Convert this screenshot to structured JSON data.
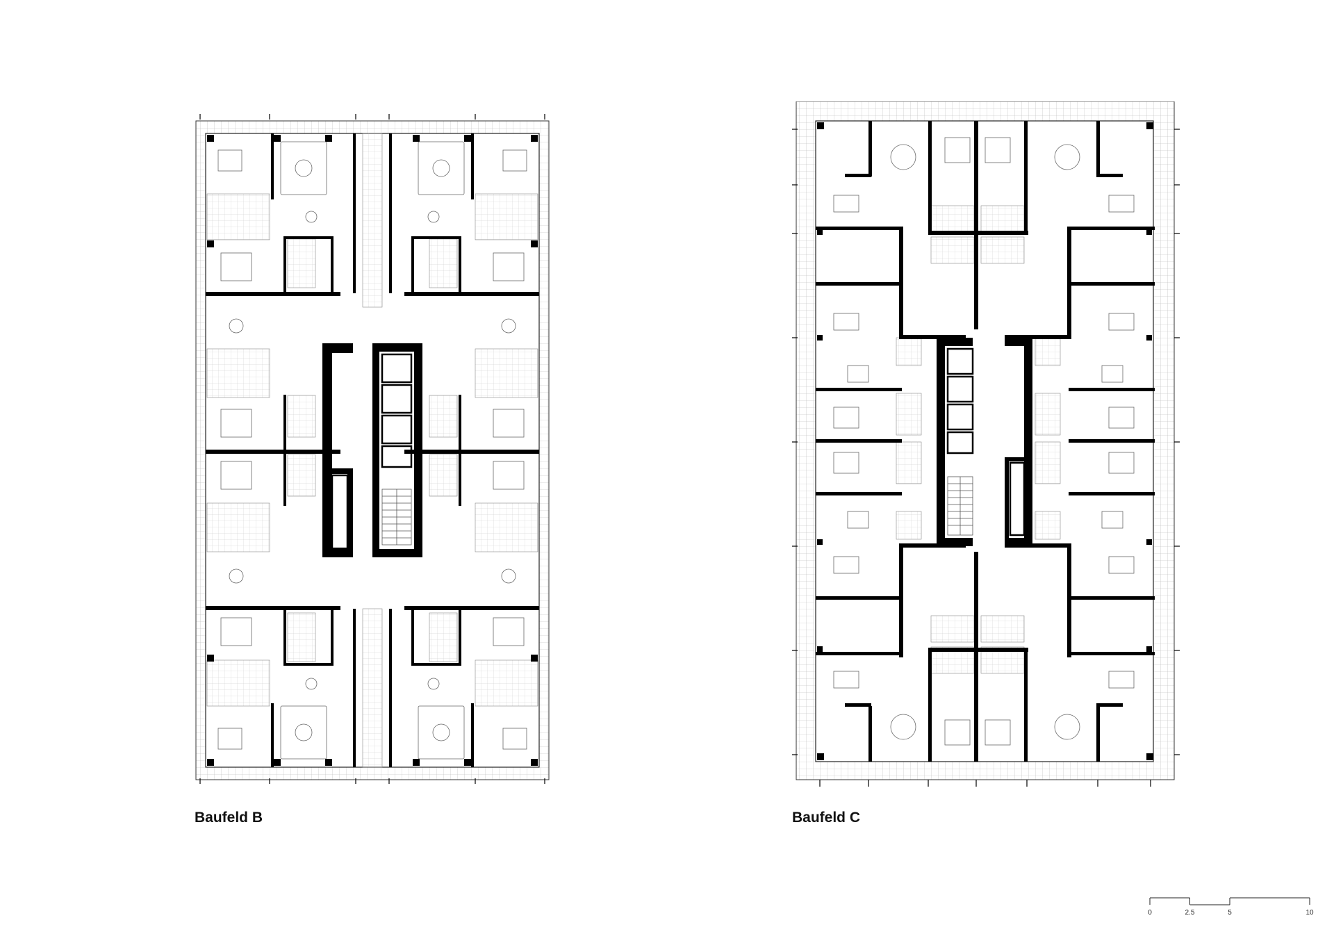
{
  "plans": [
    {
      "label": "Baufeld B"
    },
    {
      "label": "Baufeld C"
    }
  ],
  "scalebar": {
    "ticks": [
      "0",
      "2.5",
      "5",
      "10"
    ],
    "values": [
      0,
      2.5,
      5,
      10
    ]
  },
  "colors": {
    "wall": "#000000",
    "line": "#444444",
    "grid": "#b5b5b5"
  }
}
